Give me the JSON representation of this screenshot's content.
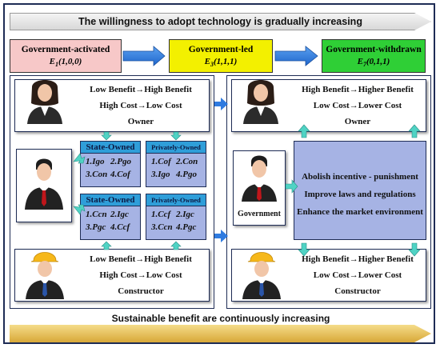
{
  "top_banner": "The willingness to adopt technology is gradually increasing",
  "bottom_banner": "Sustainable benefit  are continuously increasing",
  "phases": [
    {
      "title": "Government-activated",
      "formula": "E1(1,0,0)",
      "formula_letter": "E",
      "formula_sub": "1",
      "formula_rest": "(1,0,0)",
      "color": "#f7c8c8"
    },
    {
      "title": "Government-led",
      "formula": "E3(1,1,1)",
      "formula_letter": "E",
      "formula_sub": "3",
      "formula_rest": "(1,1,1)",
      "color": "#f3f000"
    },
    {
      "title": "Government-withdrawn",
      "formula": "E7(0,1,1)",
      "formula_letter": "E",
      "formula_sub": "7",
      "formula_rest": "(0,1,1)",
      "color": "#2fcf36"
    }
  ],
  "left_owner": {
    "line1": "Low Benefit→High Benefit",
    "line2": "High Cost→Low Cost",
    "role": "Owner"
  },
  "left_constructor": {
    "line1": "Low Benefit→High Benefit",
    "line2": "High Cost→Low Cost",
    "role": "Constructor"
  },
  "right_owner": {
    "line1": "High Benefit→Higher Benefit",
    "line2": "Low Cost→Lower Cost",
    "role": "Owner"
  },
  "right_constructor": {
    "line1": "High Benefit→Higher Benefit",
    "line2": "Low Cost→Lower Cost",
    "role": "Constructor"
  },
  "government_label": "Government",
  "strategy_boxes": [
    {
      "header": "State-Owned",
      "items": [
        "1.Igo",
        "2.Pgo",
        "3.Con",
        "4.Cof"
      ]
    },
    {
      "header": "Privately-Owned",
      "items": [
        "1.Cof",
        "2.Con",
        "3.Igo",
        "4.Pgo"
      ]
    },
    {
      "header": "State-Owned",
      "items": [
        "1.Ccn",
        "2.Igc",
        "3.Pgc",
        "4.Ccf"
      ]
    },
    {
      "header": "Privately-Owned",
      "items": [
        "1.Ccf",
        "2.Igc",
        "3.Ccn",
        "4.Pgc"
      ]
    }
  ],
  "government_actions": [
    "Abolish incentive - punishment",
    "Improve laws and regulations",
    "Enhance the market environment"
  ],
  "colors": {
    "arrow_blue": "#2f7be0",
    "arrow_teal": "#4fd3c4",
    "frame": "#1e2c55"
  }
}
